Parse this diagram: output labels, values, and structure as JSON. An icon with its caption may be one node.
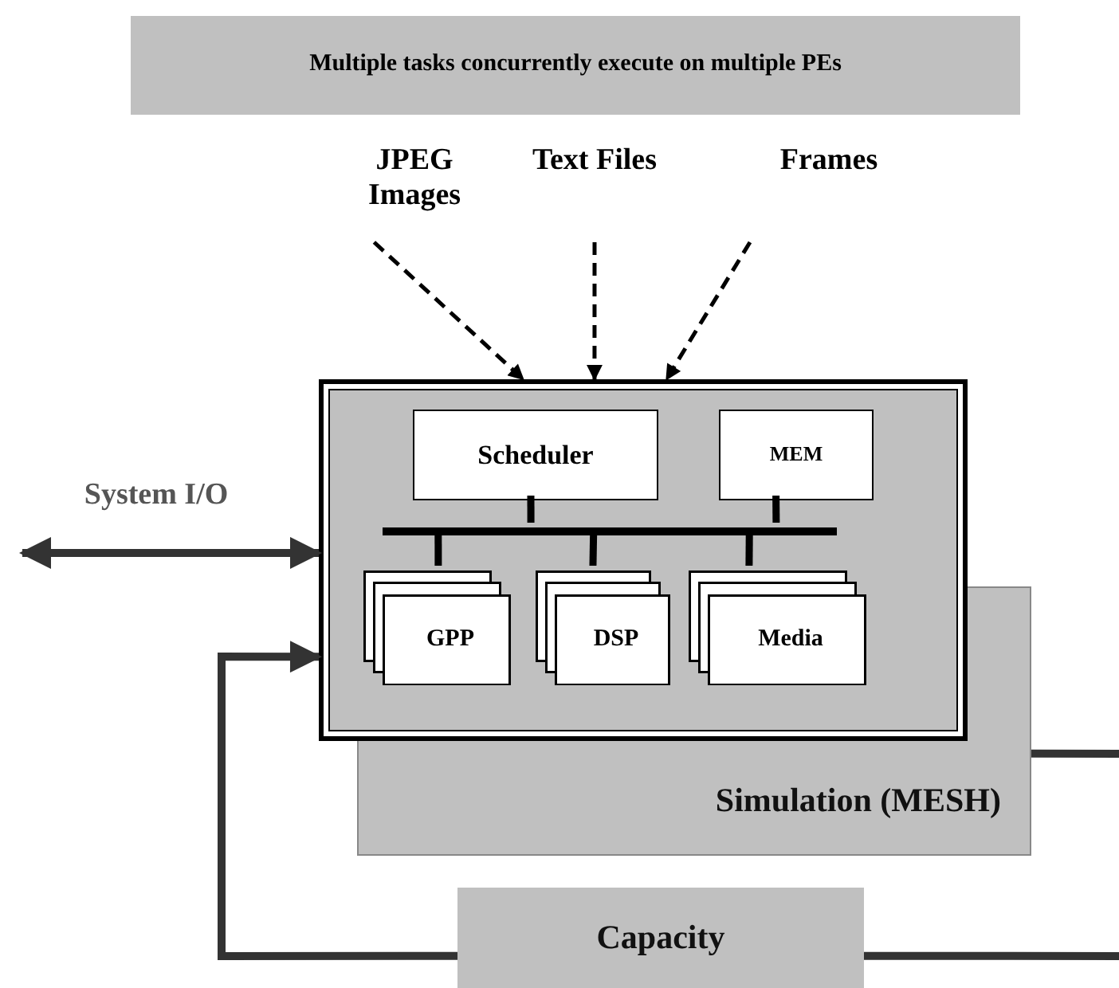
{
  "diagram": {
    "nodes": [
      {
        "text": [
          "Multiple tasks concurrently execute on multiple PEs"
        ]
      },
      {
        "text": [
          "JPEG Images"
        ]
      },
      {
        "text": [
          "Text Files"
        ]
      },
      {
        "text": [
          "Frames"
        ]
      },
      {
        "text": [],
        "shape": "box"
      },
      {
        "text": [
          "Scheduler"
        ],
        "in": 4
      },
      {
        "text": [
          "MEM"
        ],
        "in": 4
      },
      {
        "text": [],
        "shape": "bar",
        "in": 4
      },
      {
        "text": [
          "GPP"
        ],
        "in": 4
      },
      {
        "text": [
          "DSP"
        ],
        "in": 4
      },
      {
        "text": [
          "Media"
        ],
        "in": 4
      },
      {
        "text": [
          "Simulation (MESH)"
        ]
      },
      {
        "text": [
          "Capacity"
        ]
      }
    ],
    "edges": [
      {
        "from": 1,
        "to": 4,
        "arrow": "to",
        "style": "dashed"
      },
      {
        "from": 2,
        "to": 4,
        "arrow": "to",
        "style": "dashed"
      },
      {
        "from": 3,
        "to": 4,
        "arrow": "to",
        "style": "dashed"
      },
      {
        "from": 5,
        "to": 7,
        "arrow": "none"
      },
      {
        "from": 6,
        "to": 7,
        "arrow": "none"
      },
      {
        "from": 7,
        "to": 8,
        "arrow": "none"
      },
      {
        "from": 7,
        "to": 9,
        "arrow": "none"
      },
      {
        "from": 7,
        "to": 10,
        "arrow": "none"
      },
      {
        "from": null,
        "to": 4,
        "arrow": "both",
        "color": "#333333"
      },
      {
        "from": 12,
        "to": 4,
        "arrow": "to",
        "color": "#333333"
      },
      {
        "from": 11,
        "to": null,
        "arrow": "none",
        "color": "#333333"
      },
      {
        "from": 12,
        "to": null,
        "arrow": "none",
        "color": "#333333"
      }
    ],
    "labels": [
      "System I/O"
    ]
  }
}
